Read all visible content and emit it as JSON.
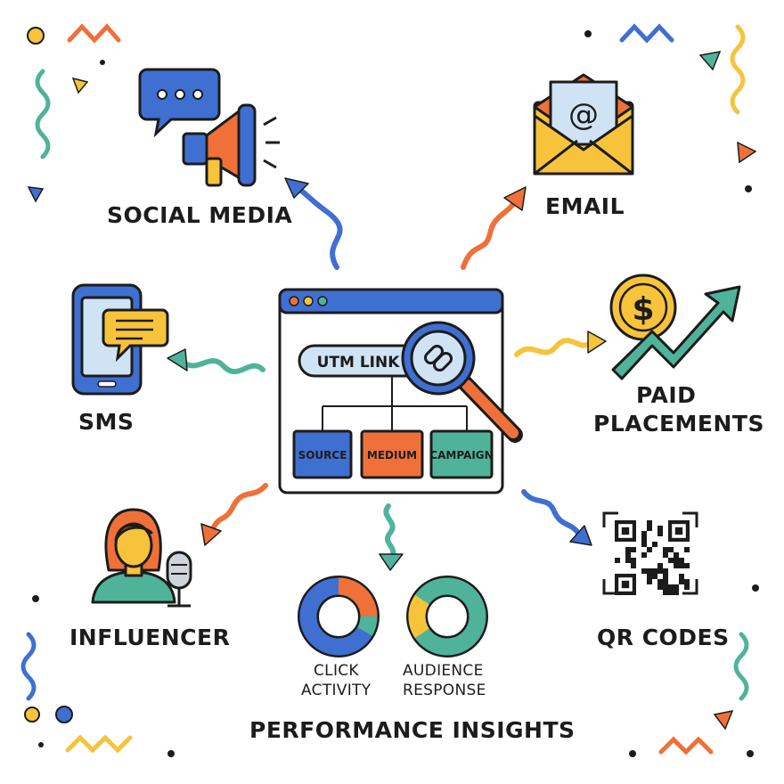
{
  "center": {
    "utm_label": "UTM LINK",
    "params": [
      "SOURCE",
      "MEDIUM",
      "CAMPAIGN"
    ]
  },
  "channels": {
    "social_media": "SOCIAL MEDIA",
    "email": "EMAIL",
    "sms": "SMS",
    "paid_line1": "PAID",
    "paid_line2": "PLACEMENTS",
    "influencer": "INFLUENCER",
    "qr_codes": "QR CODES"
  },
  "insights": {
    "title": "PERFORMANCE INSIGHTS",
    "click_line1": "CLICK",
    "click_line2": "ACTIVITY",
    "audience_line1": "AUDIENCE",
    "audience_line2": "RESPONSE"
  },
  "colors": {
    "blue": "#3f6fd1",
    "orange": "#f0703a",
    "teal": "#4fb39a",
    "yellow": "#f6c33b",
    "light_blue": "#cfe3f5",
    "outline": "#1c1c1c"
  },
  "icons": [
    "chat-bubble-icon",
    "megaphone-icon",
    "envelope-icon",
    "at-sign-icon",
    "phone-icon",
    "message-icon",
    "dollar-coin-icon",
    "trend-arrow-icon",
    "browser-window-icon",
    "magnifier-icon",
    "link-icon",
    "woman-avatar-icon",
    "microphone-icon",
    "qr-code-icon",
    "donut-chart-icon"
  ]
}
